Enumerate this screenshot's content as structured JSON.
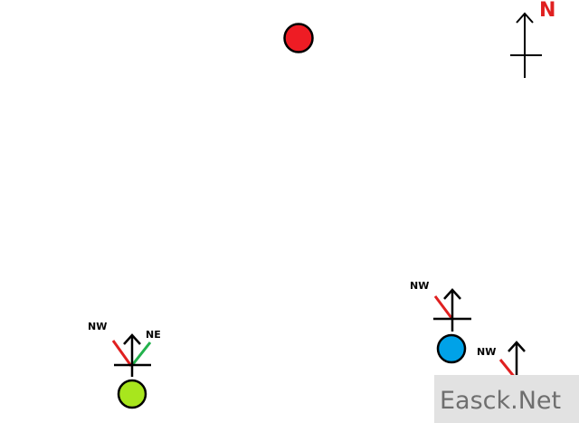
{
  "compass": {
    "label": "N",
    "label_color": "#e02020"
  },
  "markers": {
    "red": {
      "fill": "#ee1c24"
    },
    "green": {
      "fill": "#a8e61d"
    },
    "blue": {
      "fill": "#00a2e8"
    }
  },
  "direction_labels": {
    "green_nw": "NW",
    "green_ne": "NE",
    "blue_nw": "NW",
    "bottom_nw": "NW"
  },
  "line_colors": {
    "nw": "#e02020",
    "ne": "#22b14c",
    "arrow": "#000000"
  },
  "watermark": {
    "text": "Easck.Net"
  }
}
